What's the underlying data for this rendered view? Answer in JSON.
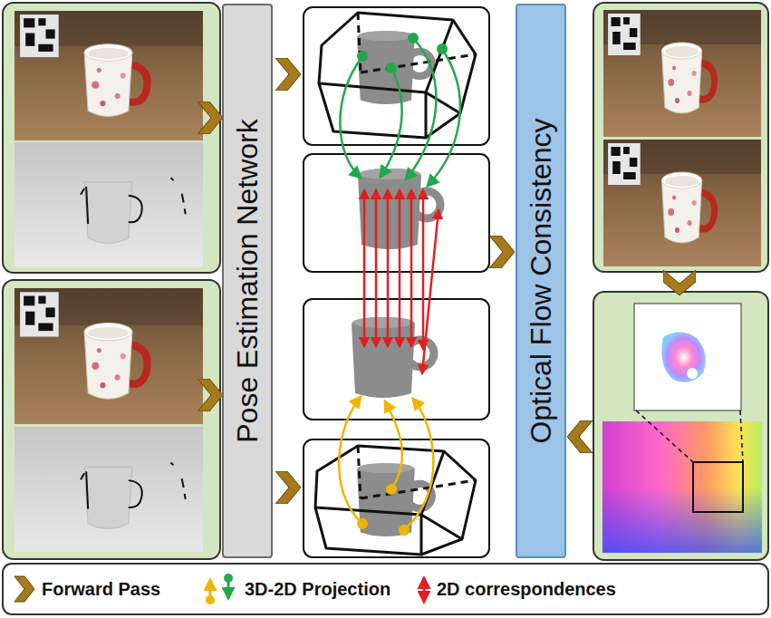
{
  "diagram": {
    "nodes": [
      {
        "text": [
          "Pose Estimation Network"
        ]
      },
      {
        "text": [
          "Optical Flow Consistency"
        ]
      }
    ],
    "legend": [
      {
        "text": "Forward Pass"
      },
      {
        "text": "3D-2D Projection"
      },
      {
        "text": "2D correspondences"
      }
    ]
  }
}
